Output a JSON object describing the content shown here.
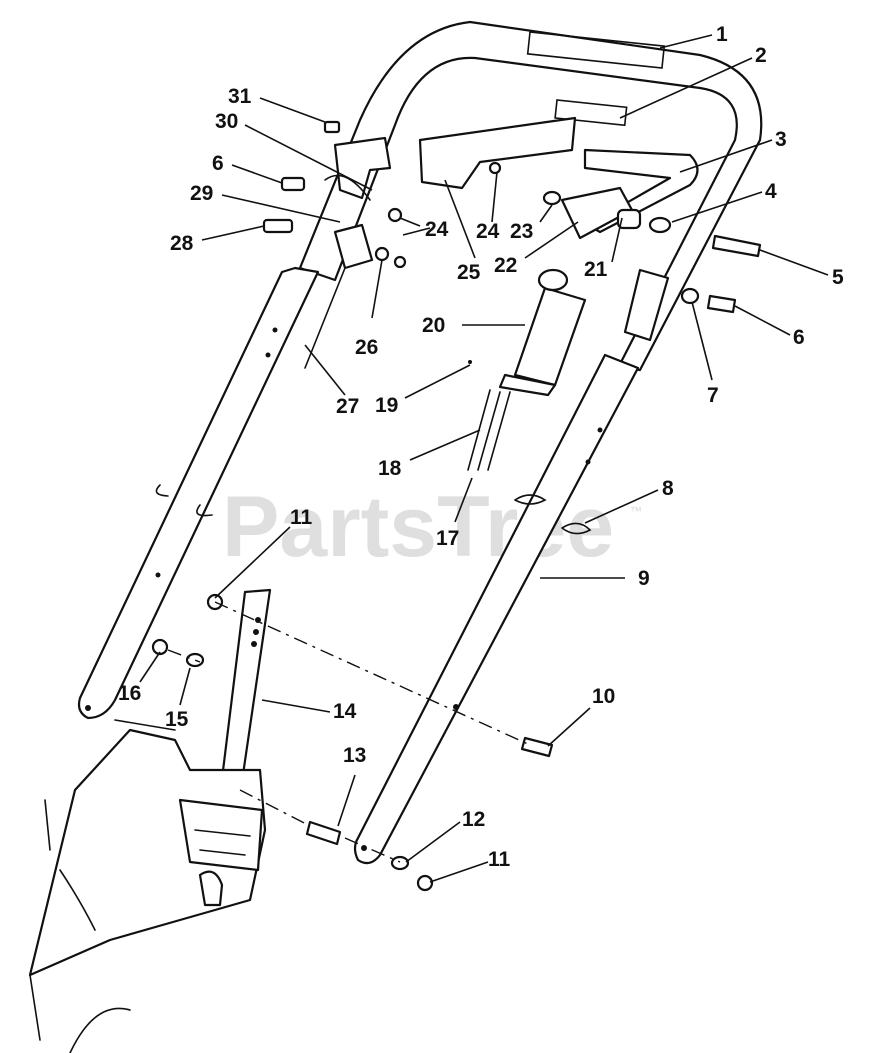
{
  "watermark": {
    "text": "PartsTree",
    "trademark": "™"
  },
  "callouts": [
    "1",
    "2",
    "3",
    "4",
    "5",
    "6",
    "7",
    "8",
    "9",
    "10",
    "11",
    "12",
    "13",
    "14",
    "15",
    "16",
    "17",
    "18",
    "19",
    "20",
    "21",
    "22",
    "23",
    "24",
    "25",
    "26",
    "27",
    "28",
    "29",
    "30",
    "31",
    "24",
    "6",
    "11"
  ]
}
